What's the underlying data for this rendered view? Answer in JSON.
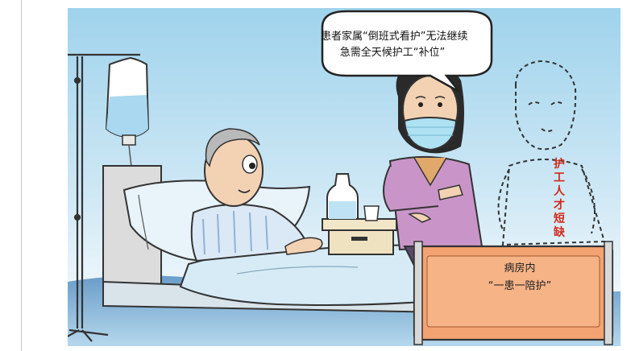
{
  "speech_bubble": {
    "line1": "患者家属“倒班式看护”无法继续",
    "line2": "急需全天候护工“补位”"
  },
  "ghost_label": {
    "chars": [
      "护",
      "工",
      "人",
      "才",
      "短",
      "缺"
    ]
  },
  "bed_board": {
    "line1": "病房内",
    "line2": "“一患一陪护”"
  }
}
